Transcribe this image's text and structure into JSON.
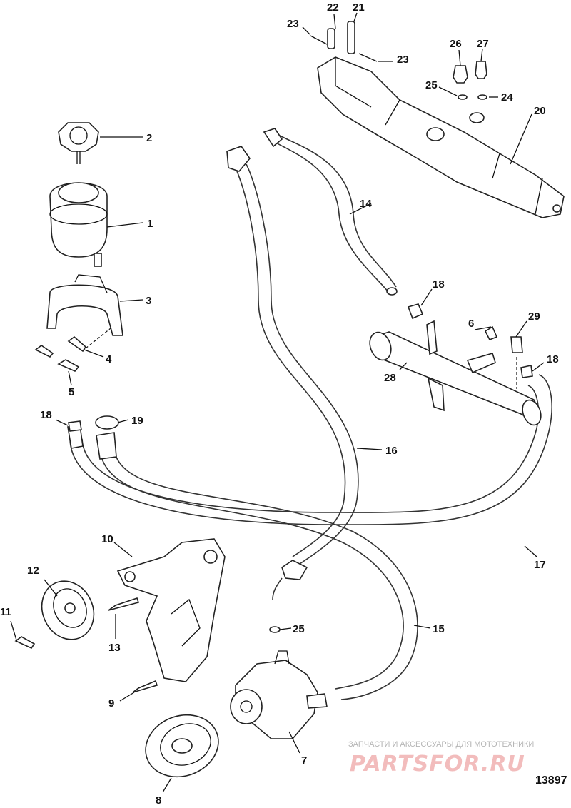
{
  "diagram": {
    "reference_number": "13897",
    "callouts": {
      "c1": "1",
      "c2": "2",
      "c3": "3",
      "c4": "4",
      "c5": "5",
      "c6": "6",
      "c7": "7",
      "c8": "8",
      "c9": "9",
      "c10": "10",
      "c11": "11",
      "c12": "12",
      "c13": "13",
      "c14": "14",
      "c15": "15",
      "c16": "16",
      "c17": "17",
      "c18a": "18",
      "c18b": "18",
      "c18c": "18",
      "c19": "19",
      "c20": "20",
      "c21": "21",
      "c22": "22",
      "c23a": "23",
      "c23b": "23",
      "c24": "24",
      "c25a": "25",
      "c25b": "25",
      "c26": "26",
      "c27": "27",
      "c28": "28",
      "c29": "29"
    }
  },
  "watermark": {
    "tagline": "ЗАПЧАСТИ И АКСЕССУАРЫ ДЛЯ МОТОТЕХНИКИ",
    "logo": "PARTSFOR.RU"
  }
}
